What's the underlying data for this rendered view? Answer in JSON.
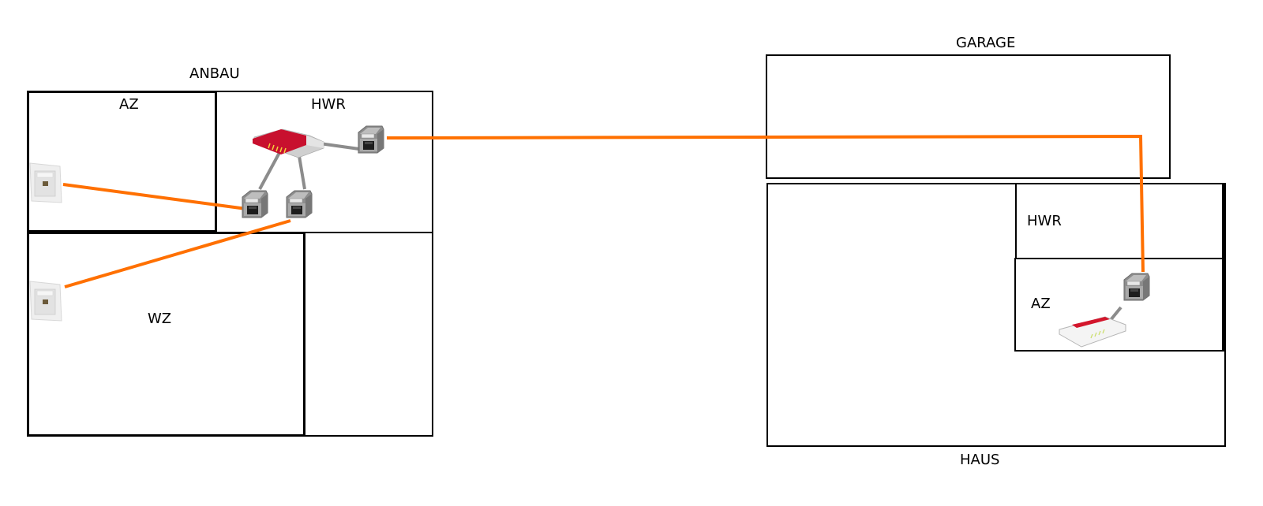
{
  "diagram": {
    "type": "network-floorplan",
    "buildings": [
      {
        "name": "ANBAU",
        "rooms": [
          "AZ",
          "HWR",
          "WZ",
          ""
        ]
      },
      {
        "name": "GARAGE",
        "rooms": []
      },
      {
        "name": "HAUS",
        "rooms": [
          "HWR",
          "AZ"
        ]
      }
    ]
  },
  "labels": {
    "anbau": "ANBAU",
    "anbau_az": "AZ",
    "anbau_hwr": "HWR",
    "anbau_wz": "WZ",
    "garage": "GARAGE",
    "haus": "HAUS",
    "haus_hwr": "HWR",
    "haus_az": "AZ"
  },
  "devices": [
    {
      "id": "router-anbau",
      "icon": "router-icon",
      "color": "#c8102e",
      "room": "ANBAU HWR"
    },
    {
      "id": "keystone-1",
      "icon": "rj45-keystone-icon",
      "room": "ANBAU HWR"
    },
    {
      "id": "keystone-2",
      "icon": "rj45-keystone-icon",
      "room": "ANBAU HWR"
    },
    {
      "id": "keystone-uplink",
      "icon": "rj45-keystone-icon",
      "room": "ANBAU HWR"
    },
    {
      "id": "wall-socket-az",
      "icon": "wall-socket-icon",
      "room": "ANBAU AZ"
    },
    {
      "id": "wall-socket-wz",
      "icon": "wall-socket-icon",
      "room": "ANBAU WZ"
    },
    {
      "id": "keystone-haus",
      "icon": "rj45-keystone-icon",
      "room": "HAUS AZ"
    },
    {
      "id": "router-haus",
      "icon": "router-icon",
      "color": "#ffffff",
      "room": "HAUS AZ"
    }
  ],
  "colors": {
    "cable": "#ff7000",
    "patch": "#8c8c8c",
    "walls": "#000000"
  }
}
